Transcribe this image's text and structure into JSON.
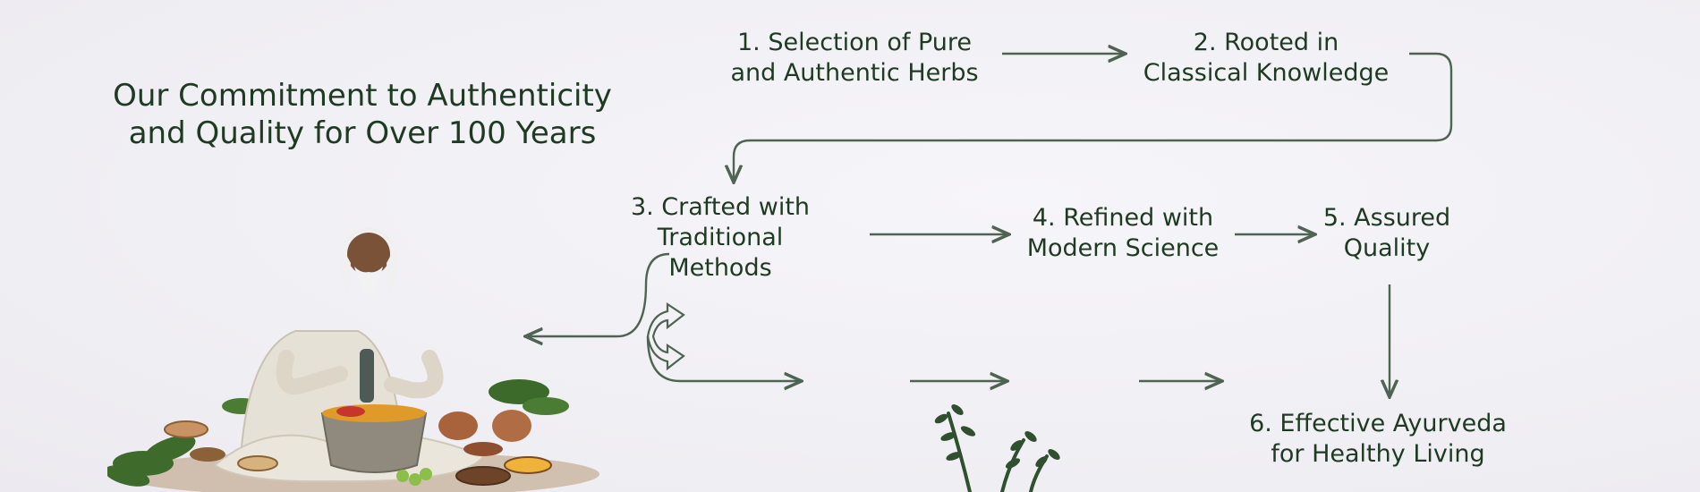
{
  "headline": {
    "line1": "Our Commitment to Authenticity",
    "line2": "and Quality for Over 100 Years"
  },
  "steps": [
    {
      "line1": "1. Selection of Pure",
      "line2": "and Authentic Herbs"
    },
    {
      "line1": "2. Rooted in",
      "line2": "Classical Knowledge"
    },
    {
      "line1": "3. Crafted with",
      "line2": "Traditional",
      "line3": "Methods"
    },
    {
      "line1": "4. Refined with",
      "line2": "Modern Science"
    },
    {
      "line1": "5. Assured",
      "line2": "Quality"
    },
    {
      "line1": "6. Effective Ayurveda",
      "line2": "for Healthy Living"
    }
  ],
  "colors": {
    "text": "#1f3a22",
    "arrow": "#4f6352",
    "background": "#efeef3"
  },
  "icons": [
    "sage-with-mortar-illustration",
    "herb-sprig-icon"
  ]
}
